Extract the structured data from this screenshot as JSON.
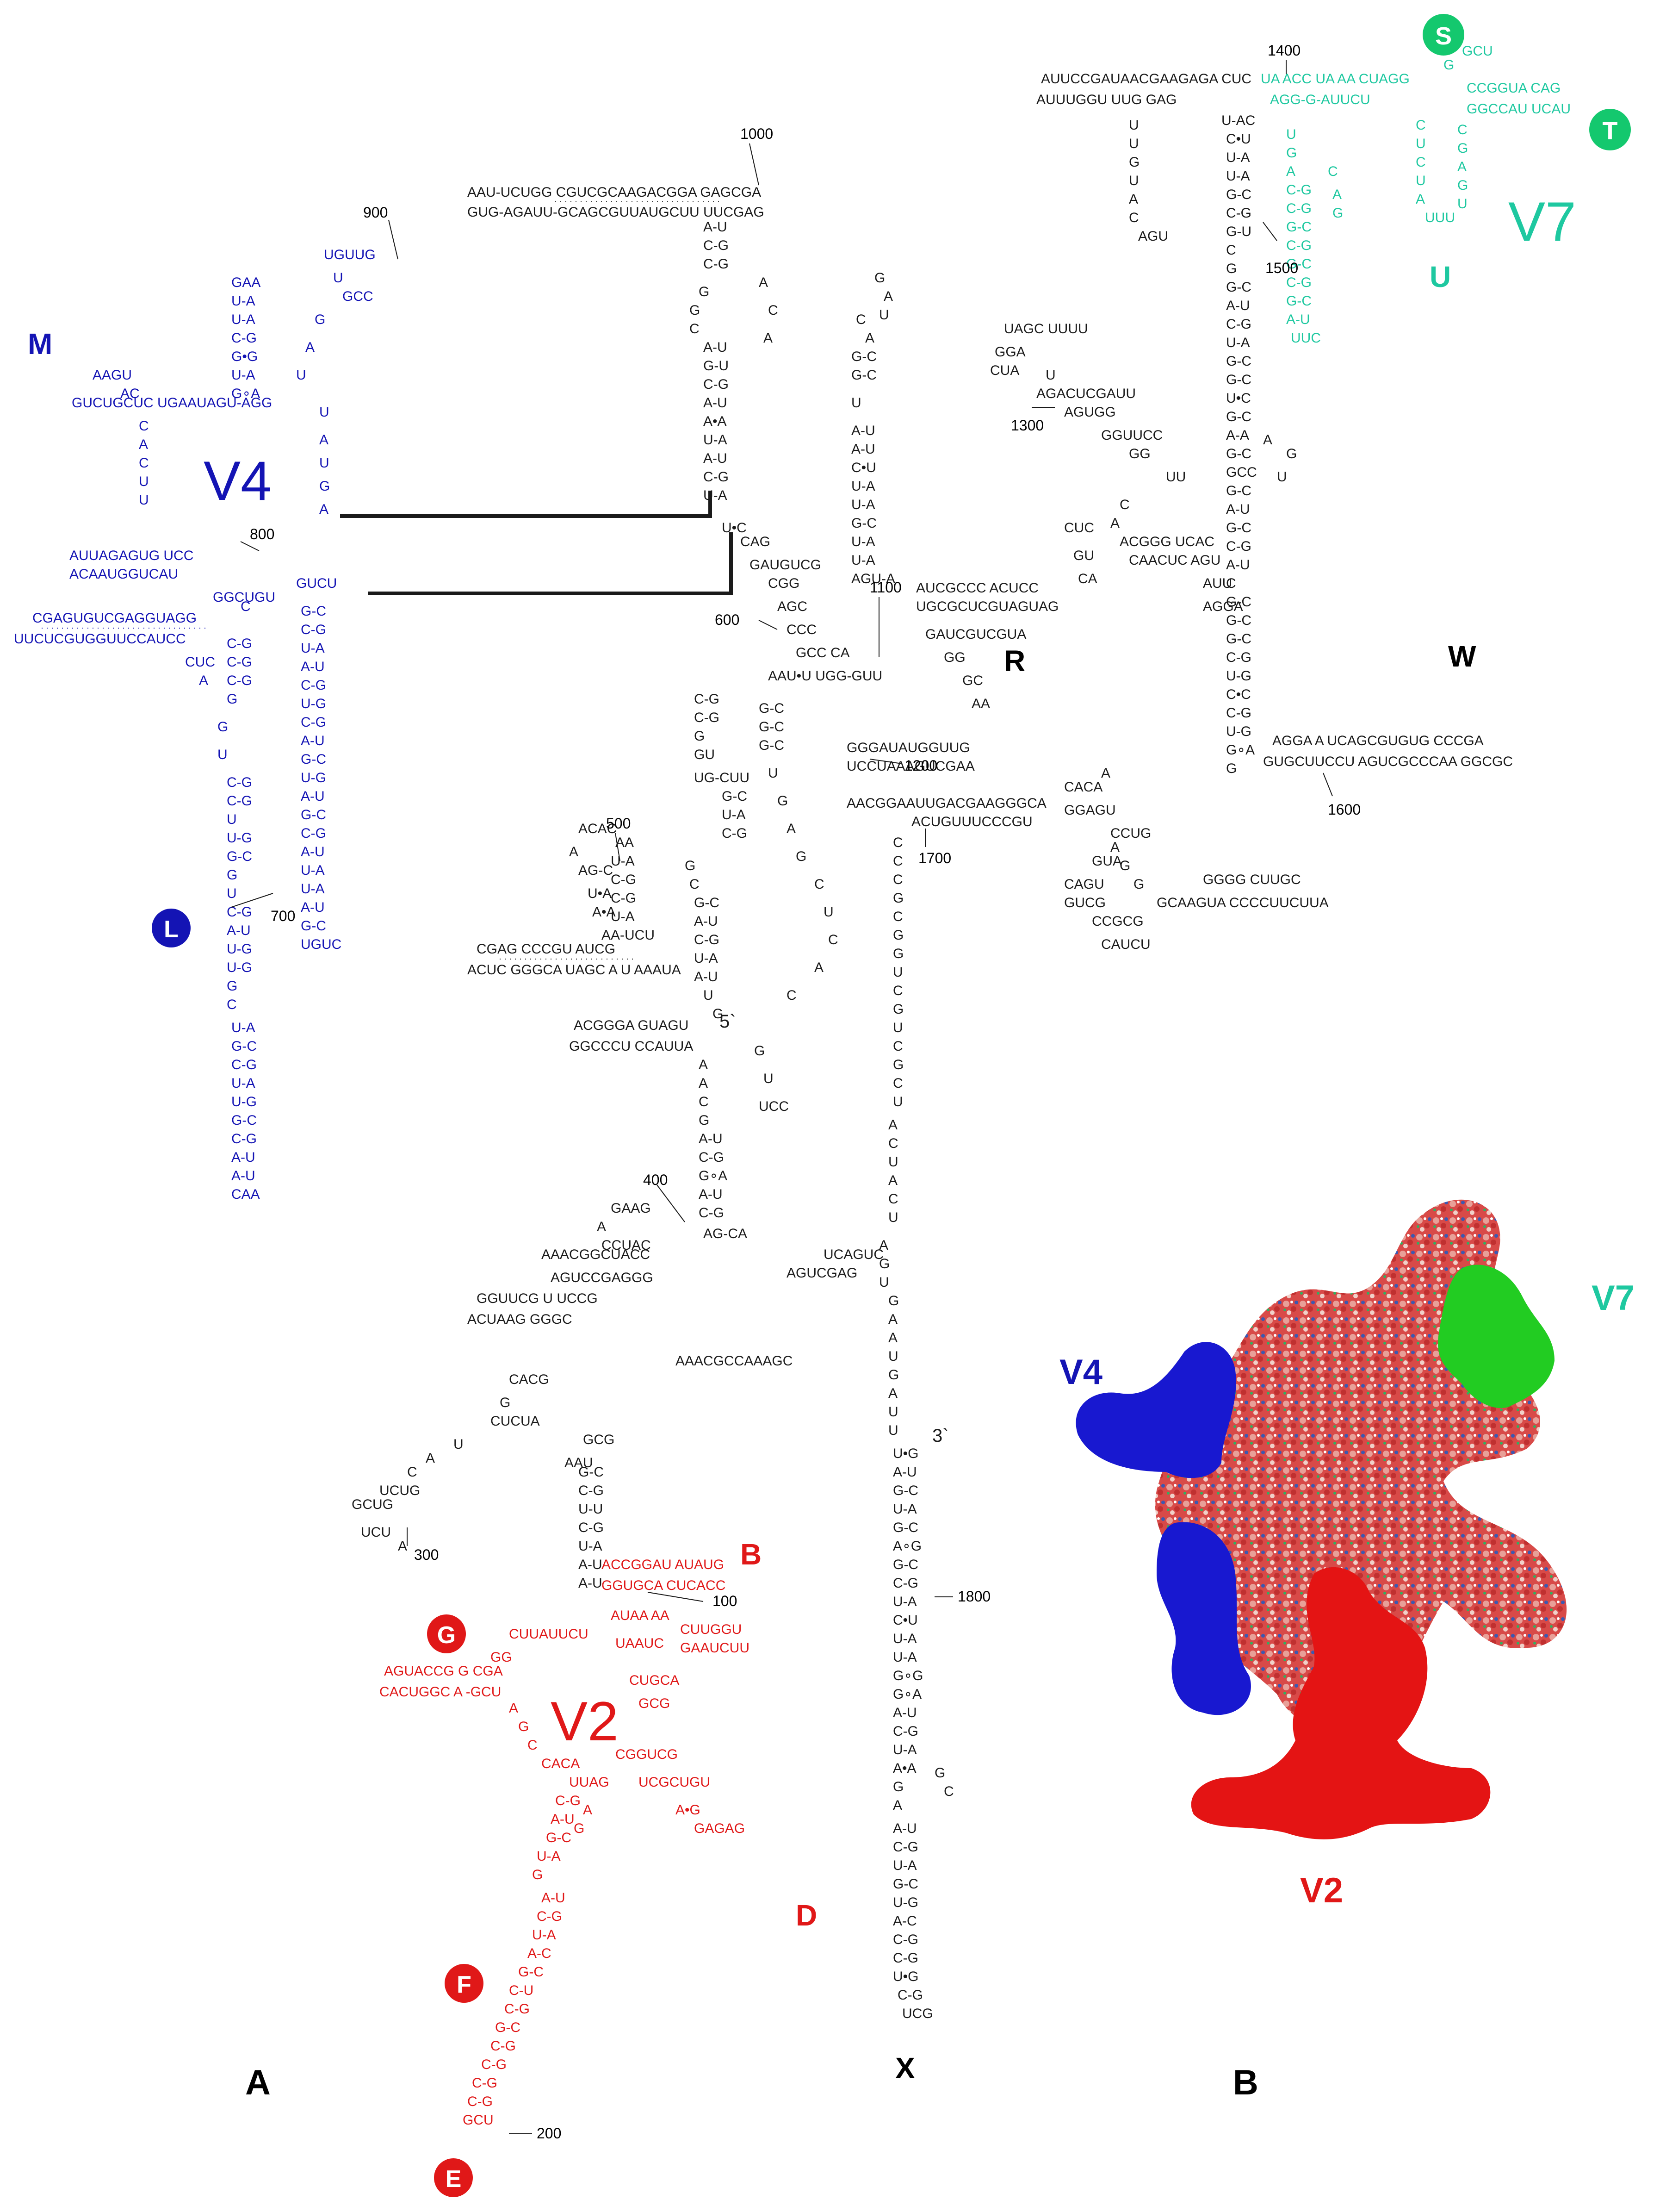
{
  "colors": {
    "black": "#1a1a1a",
    "blue": "#1414b4",
    "red": "#e01818",
    "teal": "#1ec8a0",
    "green": "#14b414",
    "cyan": "#20c0c8"
  },
  "panels": {
    "a": "A",
    "b": "B"
  },
  "domains": {
    "v2": "V2",
    "v4": "V4",
    "v7": "V7",
    "v2_3d": "V2",
    "v4_3d": "V4",
    "v7_3d": "V7"
  },
  "helix_labels": {
    "b": "B",
    "d": "D",
    "r": "R",
    "w": "W",
    "x": "X",
    "u": "U"
  },
  "circle_labels": {
    "m": "M",
    "l": "L",
    "g": "G",
    "f": "F",
    "e": "E",
    "s": "S",
    "t": "T"
  },
  "position_numbers": {
    "n100": "100",
    "n200": "200",
    "n300": "300",
    "n400": "400",
    "n500": "500",
    "n600": "600",
    "n700": "700",
    "n800": "800",
    "n900": "900",
    "n1000": "1000",
    "n1100": "1100",
    "n1200": "1200",
    "n1300": "1300",
    "n1400": "1400",
    "n1500": "1500",
    "n1600": "1600",
    "n1700": "1700",
    "n1800": "1800"
  },
  "ends": {
    "five_prime": "5`",
    "three_prime": "3`"
  },
  "sequence_fragments": {
    "f1000a": "AAU-UCUGG CGUCGCAAGACGGA GAGCGA",
    "f1000b": "GUG-AGAUU-GCAGCGUUAUGCUU UUCGAG",
    "f1400a": "AUUCCGAUAACGAAGAGA CUC",
    "f1400b": "AUUUGGU UUG GAG",
    "v7a": "UA ACC UA AA CUAGG",
    "v7b": "AGG-G-AUUCU",
    "v7c": "CCGGUA CAG",
    "v7d": "GGCCAU UCAU",
    "f1300a": "UAGC UUUU",
    "f1300b": "AGACUCGAUU",
    "w1": "AGGA A UCAGCGUGUG CCCGA",
    "w2": "GUGCUUCCU AGUCGCCCAA GGCGC",
    "f1700a": "AACGGAAUUGACGAAGGGCA",
    "f1700b": "ACUGUUUCCCGU",
    "f1200a": "GGGAUAUGGUUG",
    "f1200b": "UCCUAAAGUCGAA",
    "f1100a": "AUCGCCC ACUCC",
    "f1100b": "UGCGCUCGUAGUAG",
    "f500a": "CGAG CCCGU AUCG",
    "f500b": "ACUC GGGCA UAGC A U AAAUA",
    "f450a": "ACGGGA GUAGU",
    "f450b": "GGCCCU CCAUUA",
    "f400a": "AAACGGCUACC",
    "f400b": "AGUCCGAGGG",
    "f300a": "GGUUCG U UCCG",
    "f300b": "ACUAAG GGGC",
    "f350a": "UCAGUC",
    "f350b": "AGUCGAG",
    "f350c": "AAACGCCAAAGC",
    "v4a": "CGAGUGUCGAGGUAGG",
    "v4b": "UUCUCGUGGUUCCAUCC",
    "v4c": "AUUAGAGUG UCC",
    "v4d": "ACAAUGGUCAU",
    "v4e": "GUCUGCUC UGAAUAGU-AGG",
    "v2a": "ACCGGAU AUAUG",
    "v2b": "GGUGCA CUCACC",
    "v2c": "CUUGGU",
    "v2d": "AGUACCG G CGA",
    "v2e": "CACUGGC A -GCU",
    "ucu": "GUCU"
  }
}
